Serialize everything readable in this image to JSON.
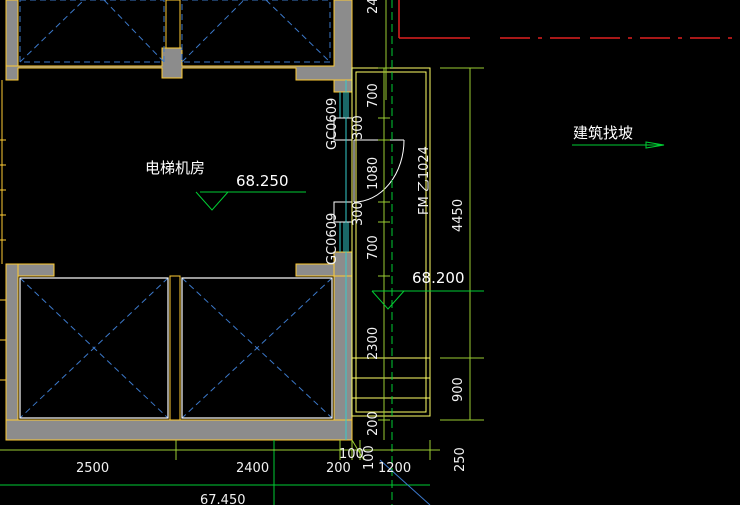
{
  "colors": {
    "background": "#000000",
    "wall_fill": "#8c8c8c",
    "wall_edge": "#ffcc33",
    "door_window": "#ffff66",
    "shaft_dash": "#3b78c9",
    "dim_line": "#9acd32",
    "green": "#00cc33",
    "red": "#e02020",
    "cyan": "#33cccc",
    "text": "#ffffff"
  },
  "labels": {
    "room": "电梯机房",
    "slope_note": "建筑找坡",
    "elev_room": "68.250",
    "elev_roof": "68.200",
    "elev_bottom": "67.450",
    "window_top": "GC0609",
    "window_bottom": "GC0609",
    "door": "FM 乙1024"
  },
  "dims": {
    "bottom": [
      "2500",
      "2400",
      "200",
      "100",
      "100",
      "1200",
      "250"
    ],
    "left_chain": [
      "700",
      "300",
      "1080",
      "300",
      "700",
      "2300",
      "200"
    ],
    "right_chain": [
      "4450",
      "900"
    ],
    "top_cut": "24"
  }
}
